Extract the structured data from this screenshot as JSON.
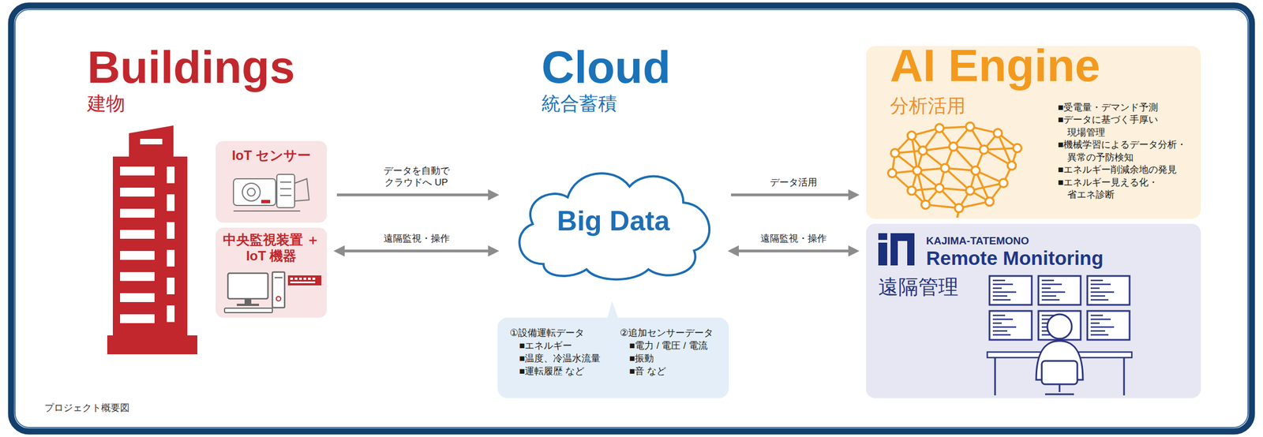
{
  "diagram": {
    "caption": "プロジェクト概要図",
    "nodes": [
      {
        "text": [
          "IoT センサー"
        ]
      },
      {
        "text": [
          "中央監視装置 ＋IoT 機器"
        ]
      },
      {
        "text": [
          "Big Data"
        ]
      },
      {
        "text": [
          "①設備運転データ",
          "■エネルギー",
          "■温度、冷温水流量",
          "■運転履歴 など",
          "②追加センサーデータ",
          "■電力 / 電圧 / 電流",
          "■振動",
          "■音 など"
        ]
      },
      {
        "text": [
          "AI Engine",
          "分析活用",
          "■受電量・デマンド予測",
          "■データに基づく手厚い 現場管理",
          "■機械学習によるデータ分析・ 異常の予防検知",
          "■エネルギー削減余地の発見",
          "■エネルギー見える化・ 省エネ診断"
        ]
      },
      {
        "text": [
          "KAJIMA-TATEMONO",
          "Remote Monitoring",
          "遠隔管理"
        ]
      }
    ],
    "edges": [
      {
        "from": 0,
        "to": 2,
        "arrow": "to",
        "label": "データを自動で クラウドへ UP"
      },
      {
        "from": 1,
        "to": 2,
        "arrow": "both",
        "label": "遠隔監視・操作"
      },
      {
        "from": 2,
        "to": 4,
        "arrow": "to",
        "label": "データ活用"
      },
      {
        "from": 2,
        "to": 5,
        "arrow": "both",
        "label": "遠隔監視・操作"
      }
    ],
    "labels": [
      "Buildings",
      "建物",
      "Cloud",
      "統合蓄積"
    ]
  }
}
